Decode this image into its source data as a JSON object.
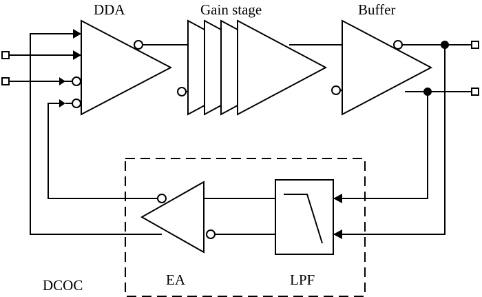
{
  "labels": {
    "dda": "DDA",
    "gain_stage": "Gain stage",
    "buffer": "Buffer",
    "ea": "EA",
    "lpf": "LPF",
    "dcoc": "DCOC"
  },
  "colors": {
    "stroke": "#000000",
    "background": "#ffffff"
  }
}
